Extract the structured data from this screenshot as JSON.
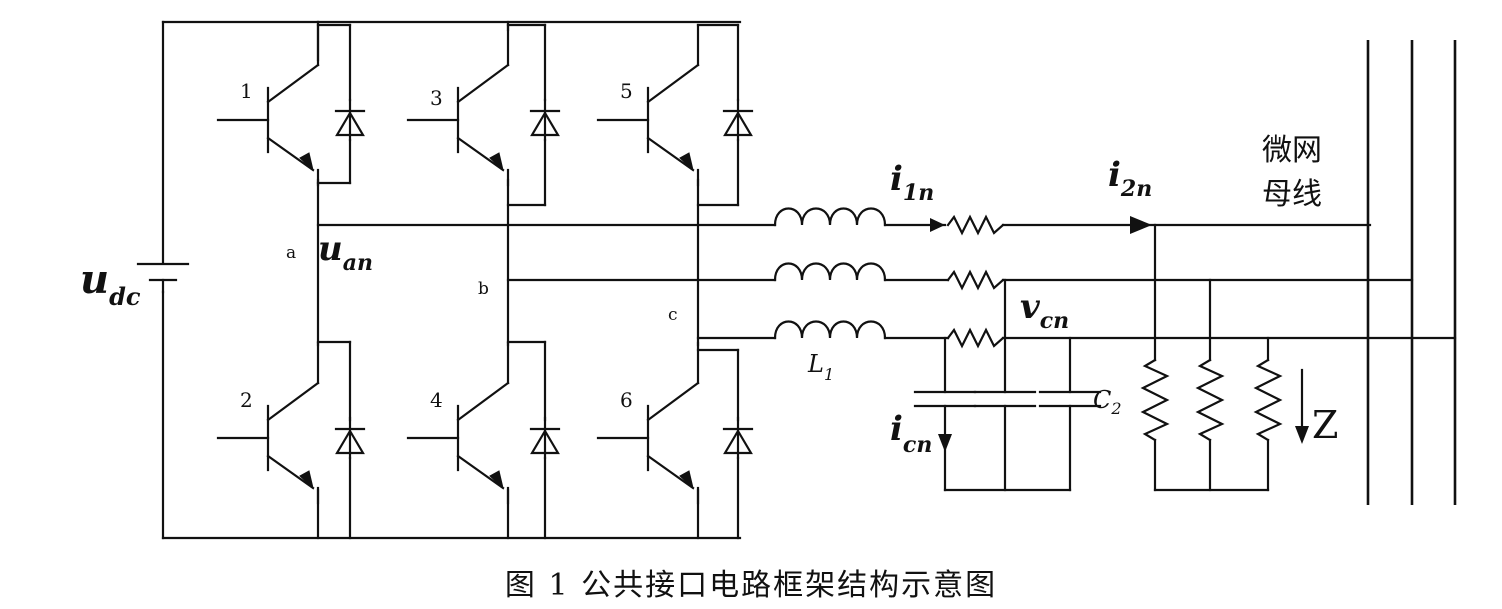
{
  "diagram": {
    "switches": [
      "1",
      "2",
      "3",
      "4",
      "5",
      "6"
    ],
    "nodes": {
      "a": "a",
      "b": "b",
      "c": "c"
    },
    "labels": {
      "udc_main": "u",
      "udc_sub": "dc",
      "uan_main": "u",
      "uan_sub": "an",
      "i1n_main": "i",
      "i1n_sub": "1n",
      "i2n_main": "i",
      "i2n_sub": "2n",
      "vcn_main": "v",
      "vcn_sub": "cn",
      "icn_main": "i",
      "icn_sub": "cn",
      "L1_main": "L",
      "L1_sub": "1",
      "C2_main": "C",
      "C2_sub": "2",
      "Z": "Z",
      "bus_line1": "微网",
      "bus_line2": "母线"
    }
  },
  "caption": "图 1 公共接口电路框架结构示意图"
}
